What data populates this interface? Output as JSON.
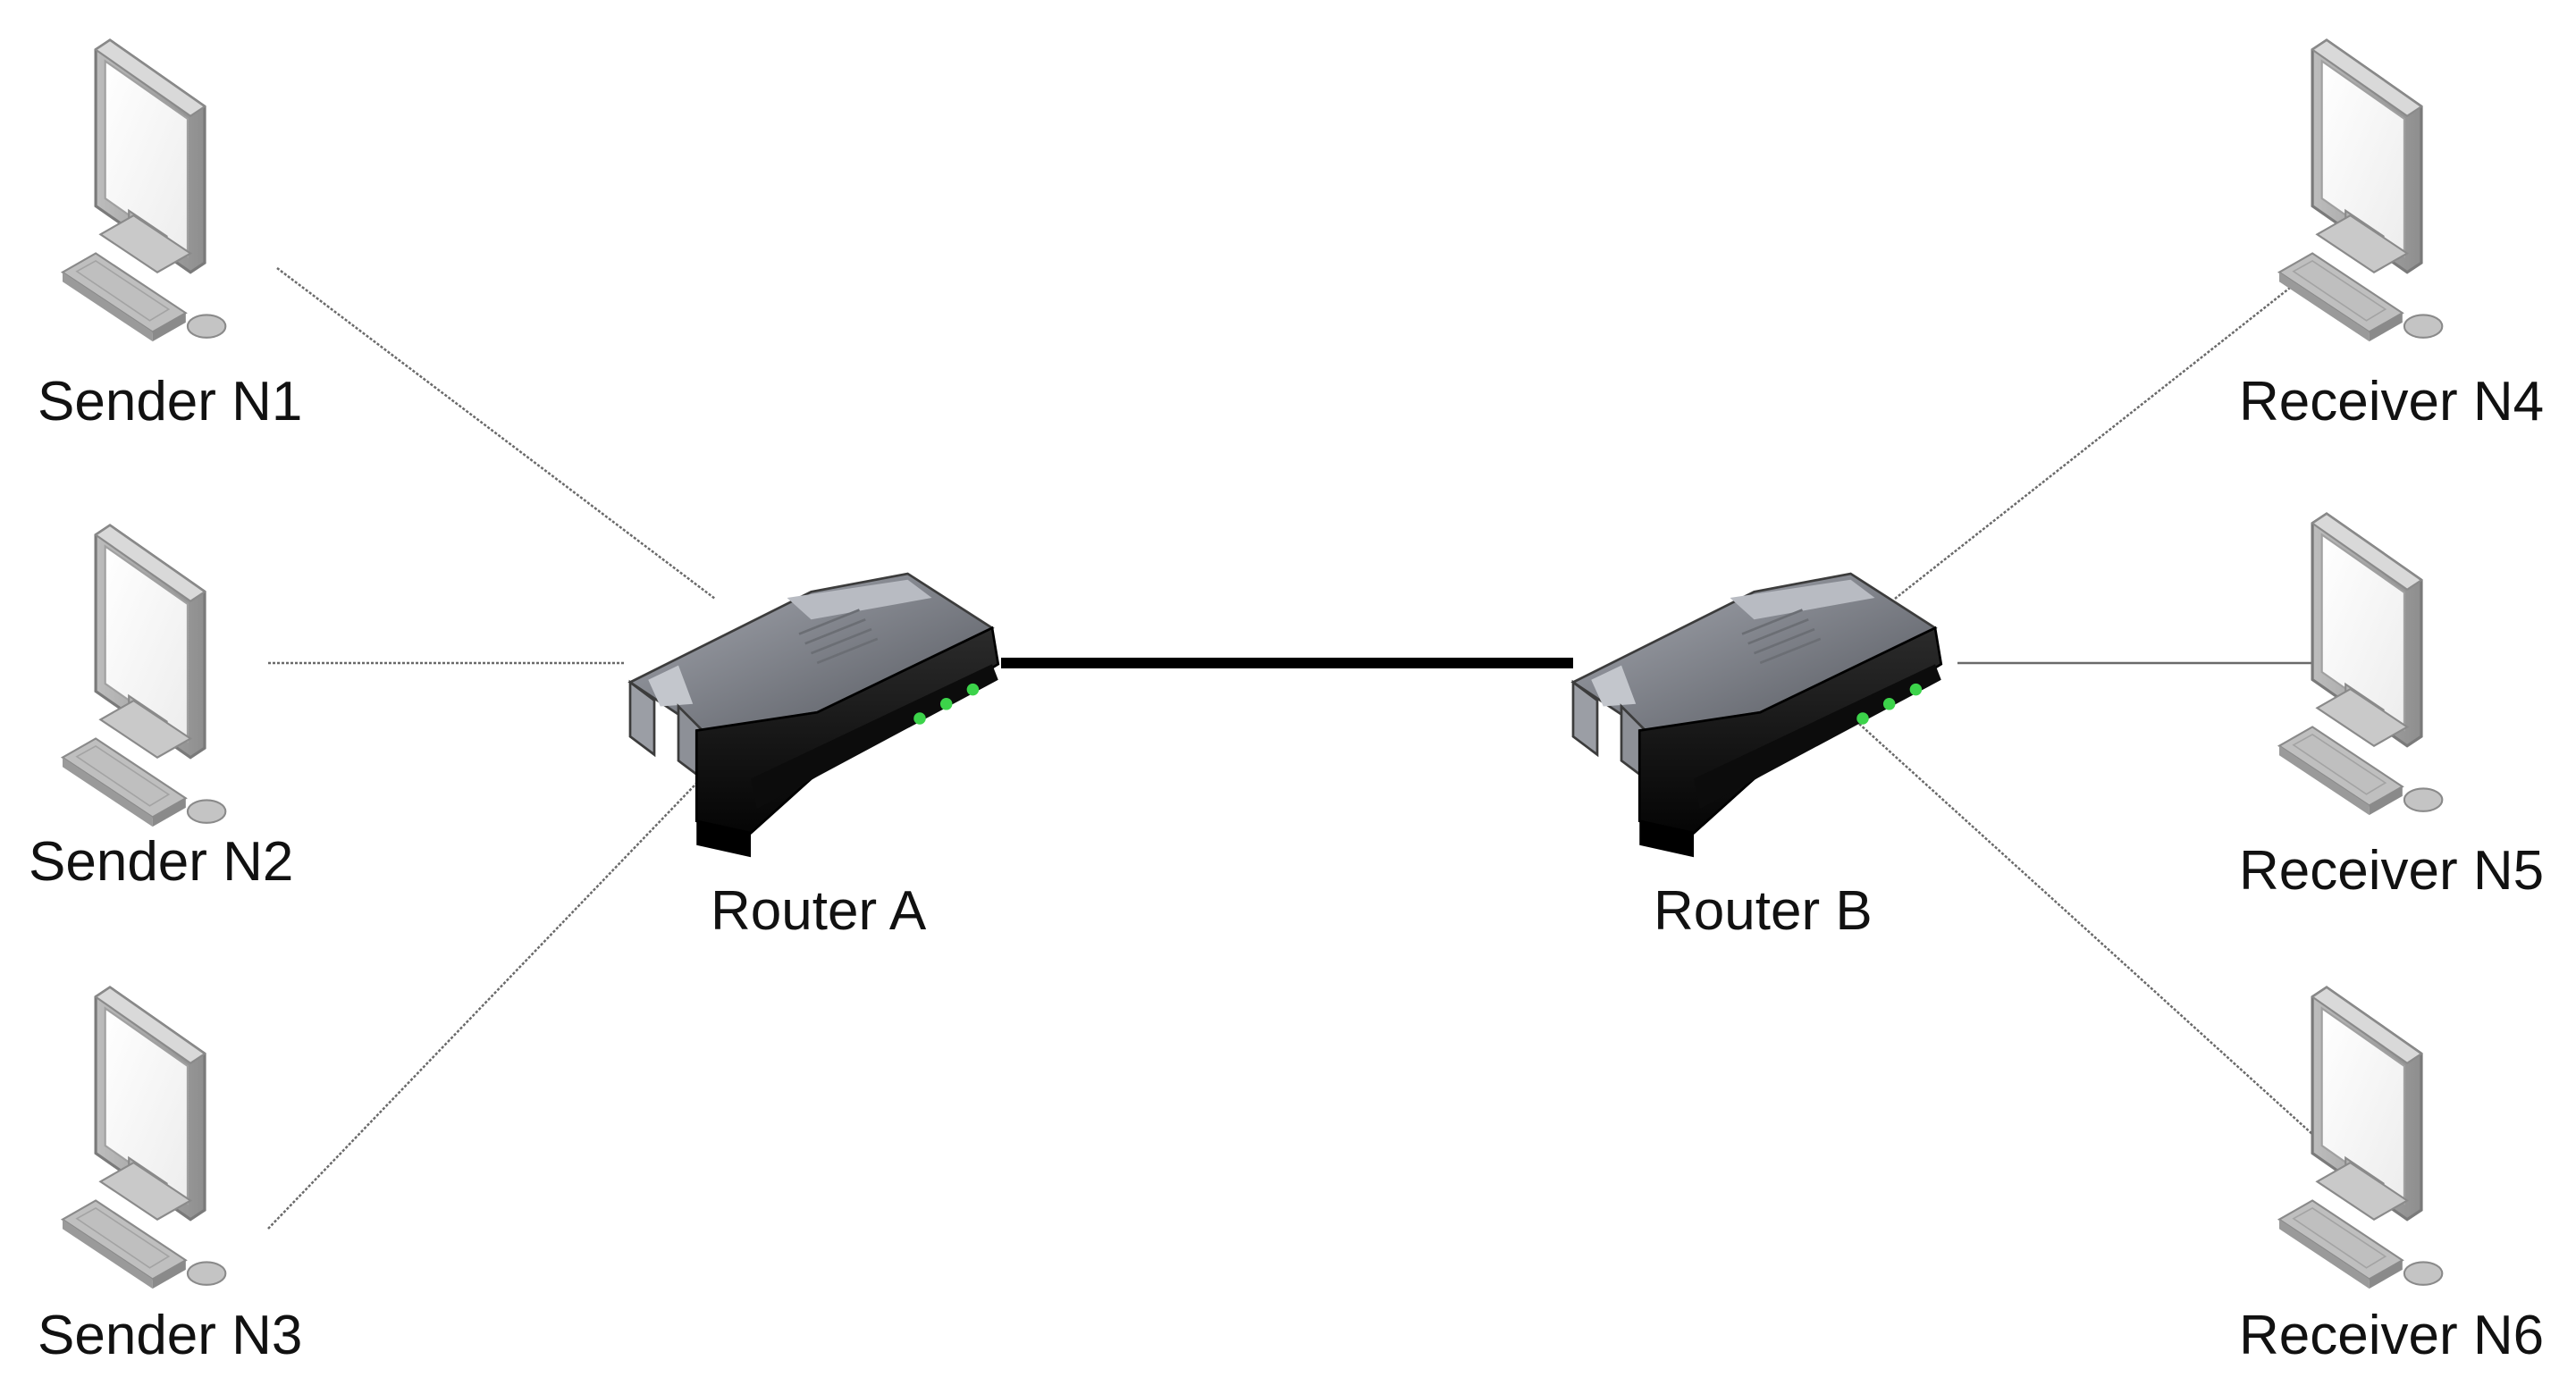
{
  "nodes": {
    "n1": {
      "label": "Sender N1",
      "icon": "desktop-computer-icon"
    },
    "n2": {
      "label": "Sender N2",
      "icon": "desktop-computer-icon"
    },
    "n3": {
      "label": "Sender N3",
      "icon": "desktop-computer-icon"
    },
    "n4": {
      "label": "Receiver N4",
      "icon": "desktop-computer-icon"
    },
    "n5": {
      "label": "Receiver N5",
      "icon": "desktop-computer-icon"
    },
    "n6": {
      "label": "Receiver N6",
      "icon": "desktop-computer-icon"
    },
    "router_a": {
      "label": "Router A",
      "icon": "router-icon"
    },
    "router_b": {
      "label": "Router B",
      "icon": "router-icon"
    }
  },
  "links": [
    {
      "from": "n1",
      "to": "router_a",
      "style": "thin"
    },
    {
      "from": "n2",
      "to": "router_a",
      "style": "thin"
    },
    {
      "from": "n3",
      "to": "router_a",
      "style": "thin"
    },
    {
      "from": "router_a",
      "to": "router_b",
      "style": "thick"
    },
    {
      "from": "router_b",
      "to": "n4",
      "style": "thin"
    },
    {
      "from": "router_b",
      "to": "n5",
      "style": "thin"
    },
    {
      "from": "router_b",
      "to": "n6",
      "style": "thin"
    }
  ],
  "colors": {
    "thin_link": "#6a6a6a",
    "thick_link": "#000000",
    "monitor_frame": "#9a9a9a",
    "router_body": "#1a1a1a",
    "router_top": "#7d8088",
    "led": "#3cd34a"
  }
}
